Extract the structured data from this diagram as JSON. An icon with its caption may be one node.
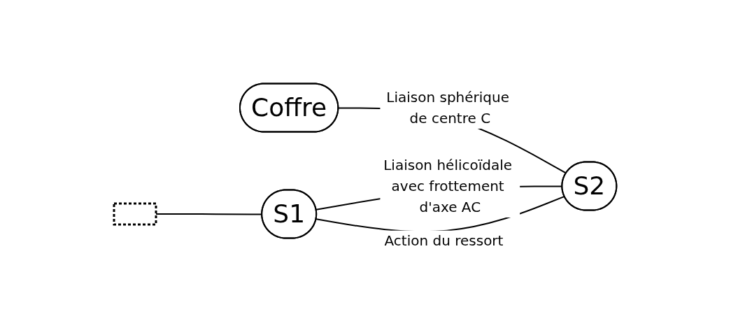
{
  "diagram": {
    "nodes": [
      {
        "text": [],
        "shape": "ground"
      },
      {
        "text": [
          "Coffre"
        ]
      },
      {
        "text": [
          "S1"
        ]
      },
      {
        "text": [
          "S2"
        ]
      }
    ],
    "edges": [
      {
        "from": 0,
        "to": 2,
        "arrow": "none"
      },
      {
        "from": 1,
        "to": 3,
        "arrow": "none",
        "label": "Liaison sphérique de centre C"
      },
      {
        "from": 3,
        "to": 2,
        "arrow": "none",
        "label": "Action du ressort"
      },
      {
        "from": 2,
        "to": 3,
        "arrow": "none",
        "label": "Liaison hélicoïdale avec frottement d'axe AC"
      }
    ]
  }
}
